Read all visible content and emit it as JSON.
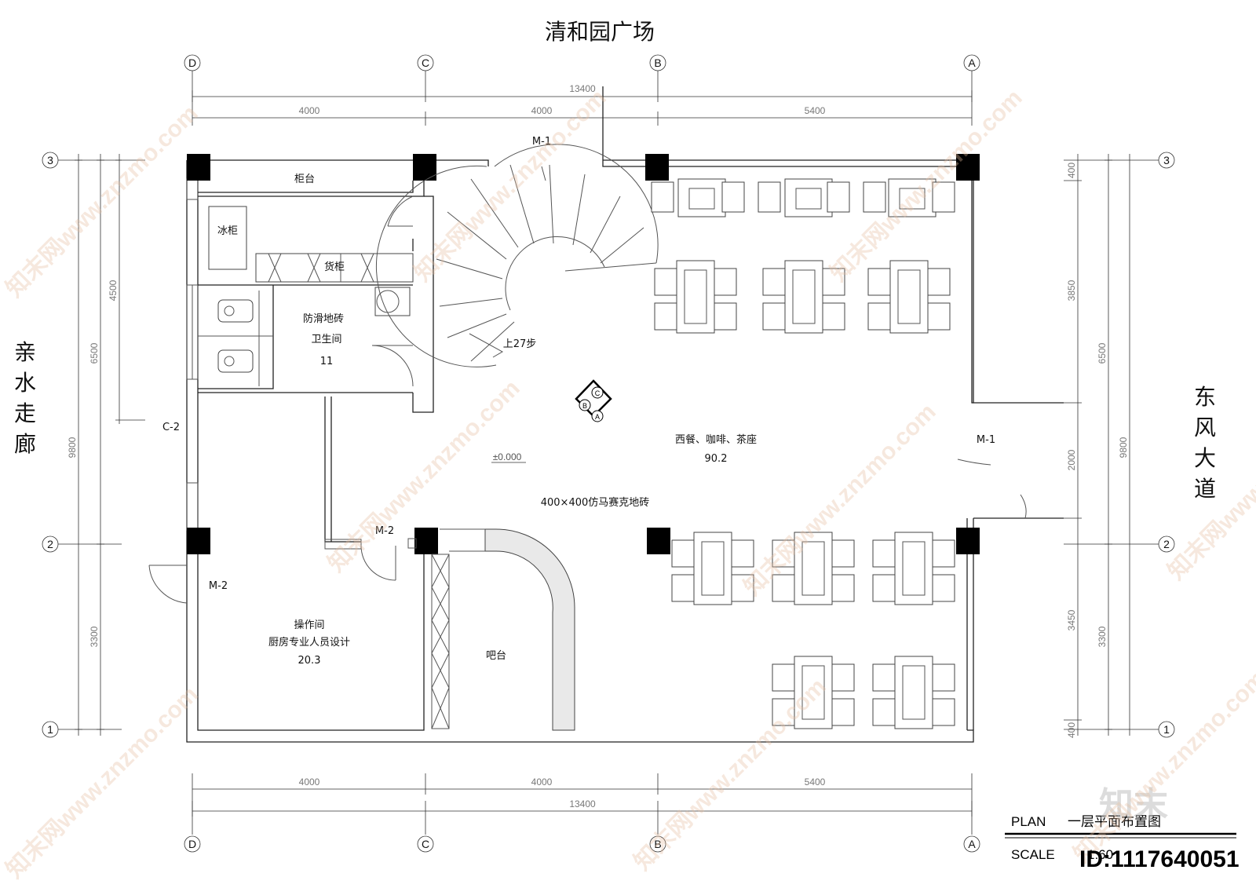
{
  "titles": {
    "top": "清和园广场",
    "left": [
      "亲",
      "水",
      "走",
      "廊"
    ],
    "right": [
      "东",
      "风",
      "大",
      "道"
    ]
  },
  "axes": {
    "letters": [
      "D",
      "C",
      "B",
      "A"
    ],
    "numbers": [
      "3",
      "2",
      "1"
    ]
  },
  "dims": {
    "top_total": "13400",
    "top_segments": [
      "4000",
      "4000",
      "5400"
    ],
    "bottom_total": "13400",
    "bottom_segments": [
      "4000",
      "4000",
      "5400"
    ],
    "left_outer": "9800",
    "left_mid": [
      "6500",
      "3300"
    ],
    "left_inner": "4500",
    "right_outer": "9800",
    "right_mid": [
      "6500",
      "3300"
    ],
    "right_inner": [
      "400",
      "3850",
      "2000",
      "3450",
      "400"
    ]
  },
  "rooms": {
    "counter": "柜台",
    "fridge": "冰柜",
    "cargo": "货柜",
    "toilet_floor": "防滑地砖",
    "toilet": "卫生间",
    "toilet_area": "11",
    "stairs": "上27步",
    "dining": "西餐、咖啡、茶座",
    "dining_area": "90.2",
    "elevation": "±0.000",
    "floor_tile": "400×400仿马赛克地砖",
    "kitchen": "操作间",
    "kitchen_note": "厨房专业人员设计",
    "kitchen_area": "20.3",
    "bar": "吧台"
  },
  "doors": {
    "m1_top": "M-1",
    "m1_right": "M-1",
    "m2_inner": "M-2",
    "m2_outer": "M-2",
    "c2": "C-2"
  },
  "compass": [
    "C",
    "B",
    "A"
  ],
  "title_block": {
    "plan_label": "PLAN",
    "plan_title": "一层平面布置图",
    "scale_label": "SCALE",
    "scale_value": "1:60"
  },
  "watermark": {
    "id": "ID:1117640051",
    "text": "知末网www.znzmo.com",
    "logo": "知末"
  }
}
